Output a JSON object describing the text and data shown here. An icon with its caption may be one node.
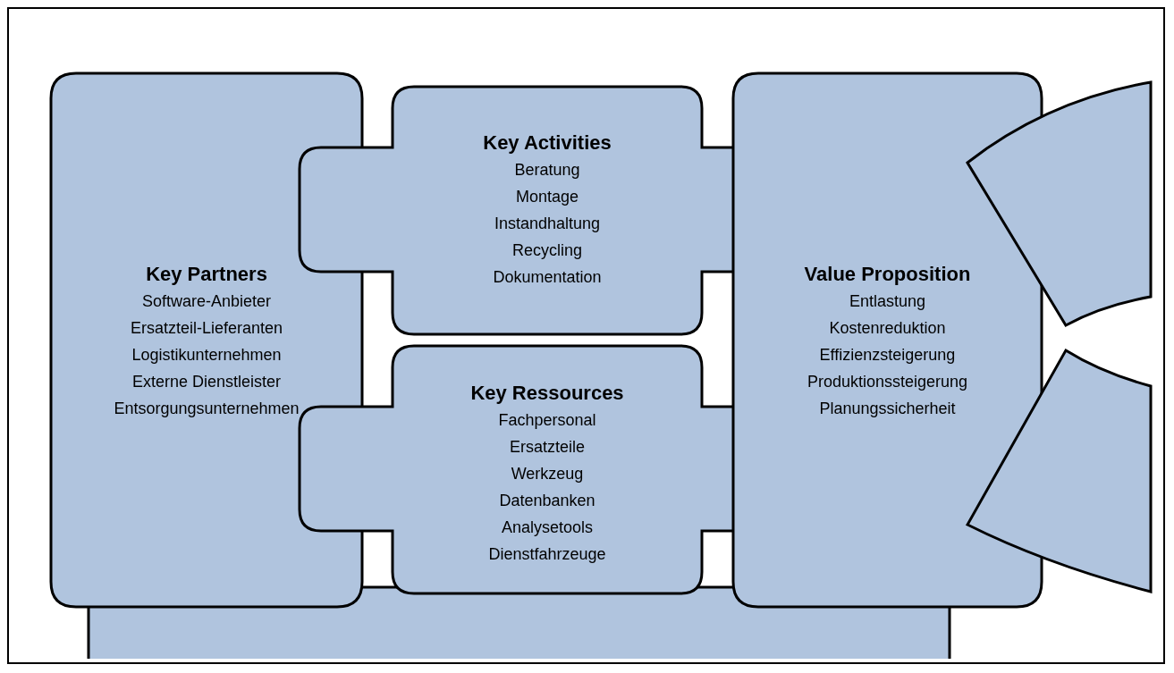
{
  "diagram": {
    "nodes": [
      {
        "text": [
          "Key Partners",
          "Software-Anbieter",
          "Ersatzteil-Lieferanten",
          "Logistikunternehmen",
          "Externe Dienstleister",
          "Entsorgungsunternehmen"
        ]
      },
      {
        "text": [
          "Key Activities",
          "Beratung",
          "Montage",
          "Instandhaltung",
          "Recycling",
          "Dokumentation"
        ]
      },
      {
        "text": [
          "Key Ressources",
          "Fachpersonal",
          "Ersatzteile",
          "Werkzeug",
          "Datenbanken",
          "Analysetools",
          "Dienstfahrzeuge"
        ]
      },
      {
        "text": [
          "Value Proposition",
          "Entlastung",
          "Kostenreduktion",
          "Effizienzsteigerung",
          "Produktionssteigerung",
          "Planungssicherheit"
        ]
      },
      {
        "text": [],
        "shape": "box"
      },
      {
        "text": [],
        "shape": "box"
      },
      {
        "text": [],
        "shape": "box"
      }
    ],
    "edges": []
  }
}
